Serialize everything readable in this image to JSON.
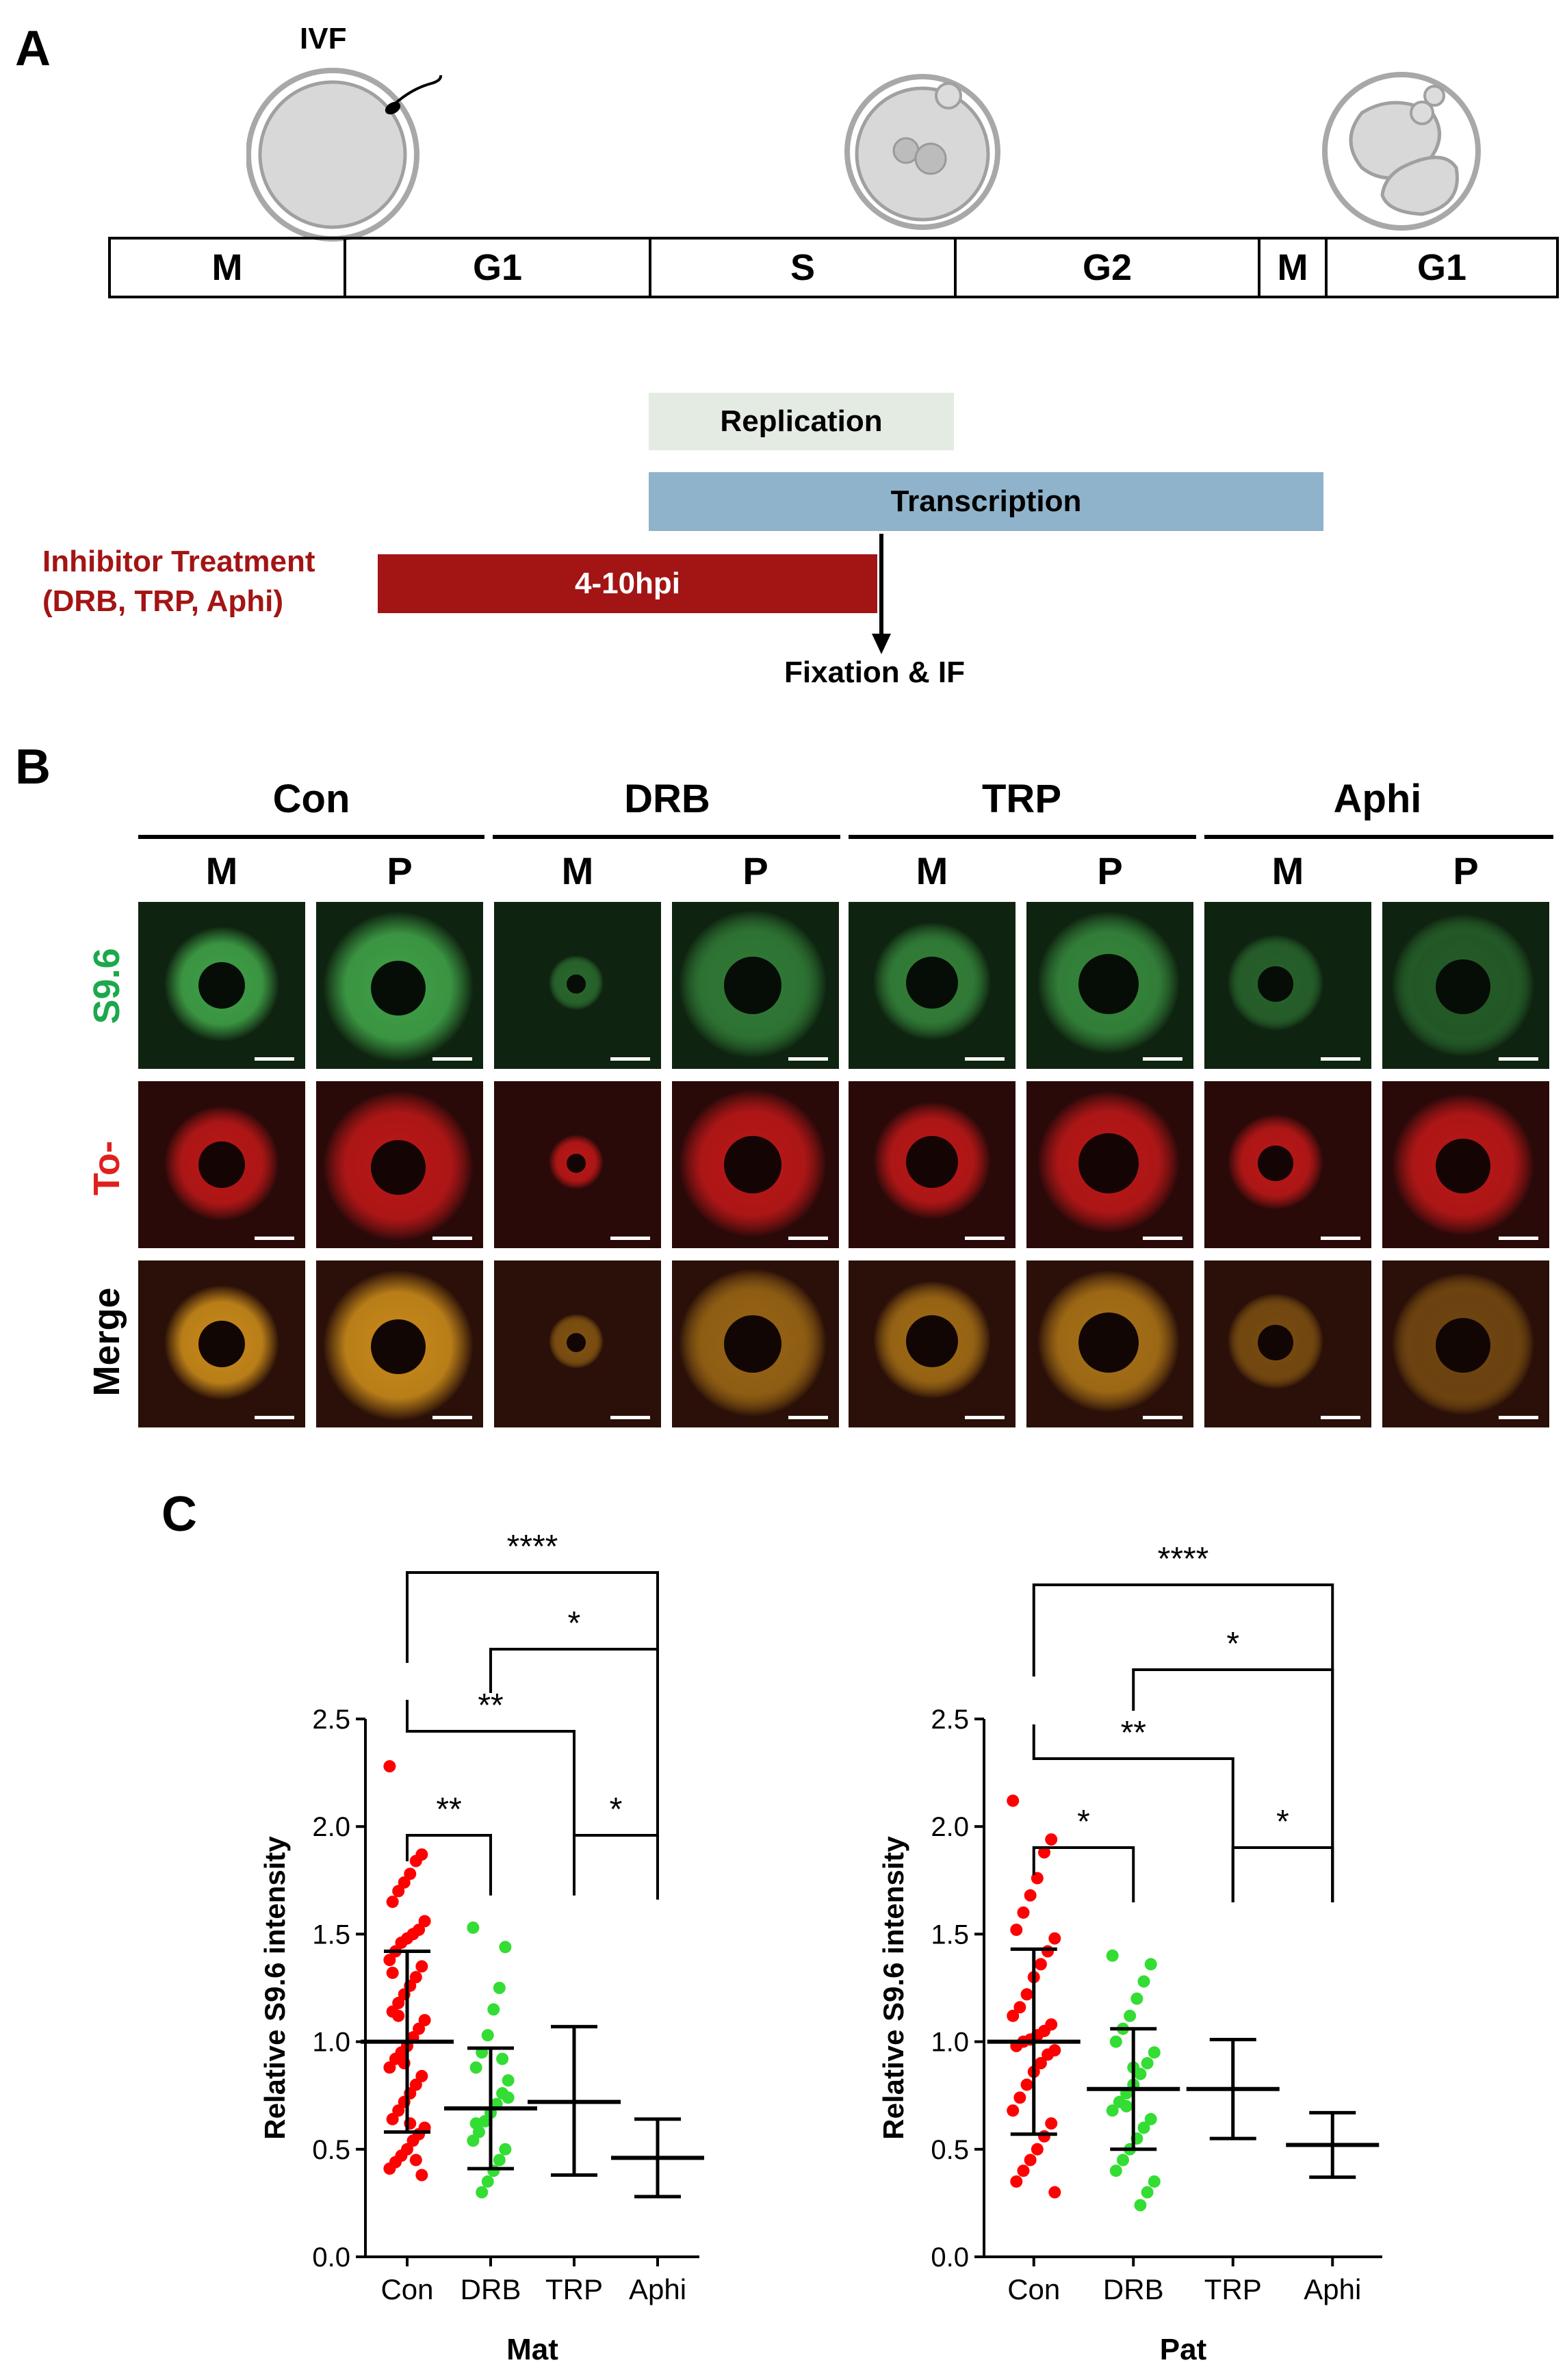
{
  "panelA": {
    "letter": "A",
    "ivf_label": "IVF",
    "phases": [
      {
        "label": "M"
      },
      {
        "label": "G1"
      },
      {
        "label": "S"
      },
      {
        "label": "G2"
      },
      {
        "label": "M"
      },
      {
        "label": "G1"
      }
    ],
    "replication_label": "Replication",
    "transcription_label": "Transcription",
    "inhibitor_line1": "Inhibitor Treatment",
    "inhibitor_line2": "(DRB, TRP, Aphi)",
    "treatment_window": "4-10hpi",
    "fixation_label": "Fixation & IF",
    "colors": {
      "replication": "#e3ebe3",
      "transcription": "#8fb3cb",
      "inhibitor": "#a31414",
      "inhibitor_text": "#a31414"
    }
  },
  "panelB": {
    "letter": "B",
    "groups": [
      "Con",
      "DRB",
      "TRP",
      "Aphi"
    ],
    "subgroups": [
      "M",
      "P"
    ],
    "rows": [
      {
        "label": "S9.6",
        "color": "#1ca84c"
      },
      {
        "label": "To-",
        "color": "#e0201c"
      },
      {
        "label": "Merge",
        "color": "#000000"
      }
    ]
  },
  "panelC": {
    "letter": "C"
  },
  "chart_data": [
    {
      "type": "scatter",
      "title": "",
      "xlabel": "Mat",
      "ylabel": "Relative S9.6 intensity",
      "ylim": [
        0,
        2.5
      ],
      "yticks": [
        "0.0",
        "0.5",
        "1.0",
        "1.5",
        "2.0",
        "2.5"
      ],
      "categories": [
        "Con",
        "DRB",
        "TRP",
        "Aphi"
      ],
      "point_colors": [
        "#ff0000",
        "#33dd33"
      ],
      "summary": [
        {
          "category": "Con",
          "mean": 1.0,
          "low": 0.58,
          "high": 1.42
        },
        {
          "category": "DRB",
          "mean": 0.69,
          "low": 0.41,
          "high": 0.97
        },
        {
          "category": "TRP",
          "mean": 0.72,
          "low": 0.38,
          "high": 1.07
        },
        {
          "category": "Aphi",
          "mean": 0.46,
          "low": 0.28,
          "high": 0.64
        }
      ],
      "points": {
        "Con": [
          2.28,
          1.87,
          1.84,
          1.78,
          1.74,
          1.7,
          1.65,
          1.56,
          1.52,
          1.5,
          1.48,
          1.46,
          1.42,
          1.38,
          1.35,
          1.3,
          1.26,
          1.22,
          1.18,
          1.14,
          1.1,
          1.06,
          1.02,
          0.98,
          0.95,
          0.92,
          0.88,
          0.84,
          0.8,
          0.76,
          0.72,
          0.68,
          0.64,
          0.6,
          0.57,
          0.54,
          0.5,
          0.47,
          0.44,
          0.41,
          0.38,
          0.45,
          0.62,
          0.9,
          1.12,
          1.32
        ],
        "DRB": [
          1.53,
          1.44,
          1.25,
          1.15,
          1.03,
          0.95,
          0.88,
          0.82,
          0.76,
          0.71,
          0.67,
          0.63,
          0.58,
          0.54,
          0.5,
          0.45,
          0.4,
          0.35,
          0.3,
          0.62,
          0.74,
          0.92
        ]
      },
      "brackets": [
        {
          "from": "Con",
          "to": "Aphi",
          "label": "****"
        },
        {
          "from": "DRB",
          "to": "Aphi",
          "label": "*"
        },
        {
          "from": "Con",
          "to": "TRP",
          "label": "**"
        },
        {
          "from": "Con",
          "to": "DRB",
          "label": "**"
        },
        {
          "from": "TRP",
          "to": "Aphi",
          "label": "*"
        }
      ]
    },
    {
      "type": "scatter",
      "title": "",
      "xlabel": "Pat",
      "ylabel": "Relative S9.6 intensity",
      "ylim": [
        0,
        2.5
      ],
      "yticks": [
        "0.0",
        "0.5",
        "1.0",
        "1.5",
        "2.0",
        "2.5"
      ],
      "categories": [
        "Con",
        "DRB",
        "TRP",
        "Aphi"
      ],
      "point_colors": [
        "#ff0000",
        "#33dd33"
      ],
      "summary": [
        {
          "category": "Con",
          "mean": 1.0,
          "low": 0.57,
          "high": 1.43
        },
        {
          "category": "DRB",
          "mean": 0.78,
          "low": 0.5,
          "high": 1.06
        },
        {
          "category": "TRP",
          "mean": 0.78,
          "low": 0.55,
          "high": 1.01
        },
        {
          "category": "Aphi",
          "mean": 0.52,
          "low": 0.37,
          "high": 0.67
        }
      ],
      "points": {
        "Con": [
          2.12,
          1.94,
          1.88,
          1.76,
          1.68,
          1.6,
          1.52,
          1.48,
          1.42,
          1.36,
          1.3,
          1.22,
          1.16,
          1.12,
          1.08,
          1.05,
          1.03,
          1.01,
          1.0,
          0.98,
          0.96,
          0.94,
          0.9,
          0.86,
          0.8,
          0.74,
          0.68,
          0.62,
          0.56,
          0.5,
          0.45,
          0.4,
          0.35,
          0.3
        ],
        "DRB": [
          1.4,
          1.36,
          1.28,
          1.2,
          1.12,
          1.06,
          1.0,
          0.95,
          0.9,
          0.85,
          0.8,
          0.76,
          0.72,
          0.68,
          0.64,
          0.6,
          0.55,
          0.5,
          0.45,
          0.4,
          0.35,
          0.3,
          0.24,
          0.88,
          0.7
        ]
      },
      "brackets": [
        {
          "from": "Con",
          "to": "Aphi",
          "label": "****"
        },
        {
          "from": "DRB",
          "to": "Aphi",
          "label": "*"
        },
        {
          "from": "Con",
          "to": "TRP",
          "label": "**"
        },
        {
          "from": "Con",
          "to": "DRB",
          "label": "*"
        },
        {
          "from": "TRP",
          "to": "Aphi",
          "label": "*"
        }
      ]
    }
  ]
}
